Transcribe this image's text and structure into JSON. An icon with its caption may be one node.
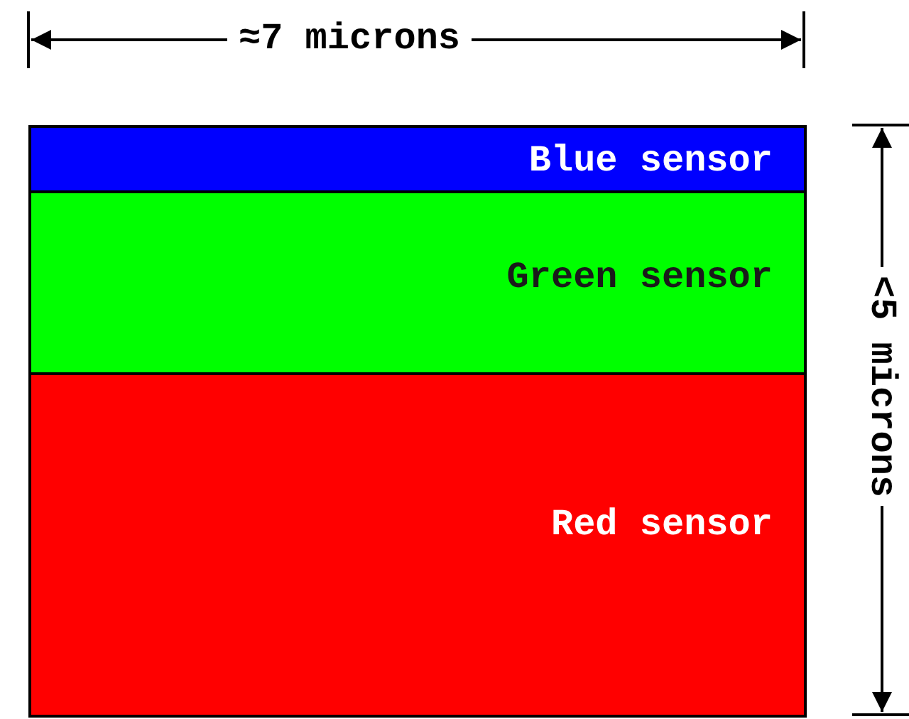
{
  "diagram": {
    "nodes": [
      {
        "text": [
          "Blue sensor"
        ]
      },
      {
        "text": [
          "Green sensor"
        ]
      },
      {
        "text": [
          "Red sensor"
        ]
      }
    ],
    "labels": [
      "≈7 microns",
      "<5 microns"
    ]
  }
}
